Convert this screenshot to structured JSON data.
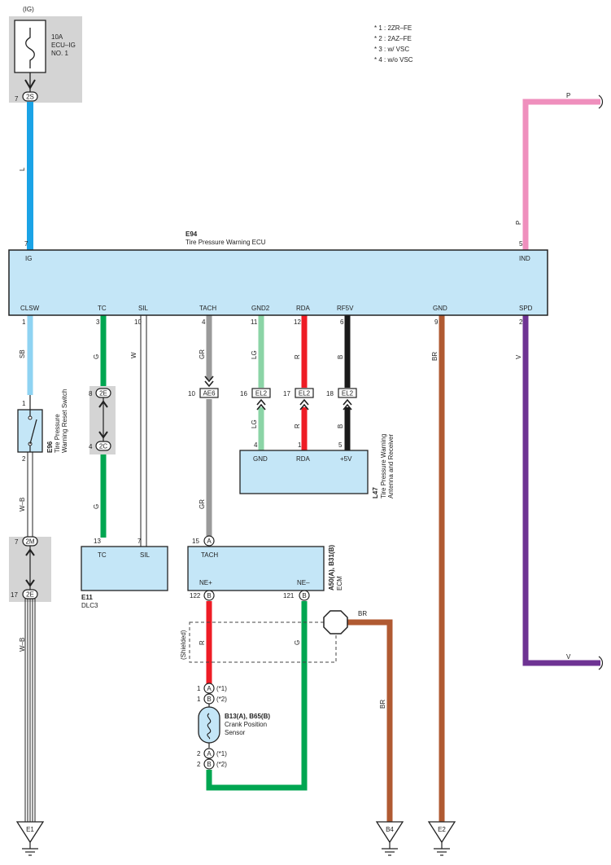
{
  "colors": {
    "blue": "#1aa3e6",
    "light_blue": "#8fd3f2",
    "green": "#00a651",
    "gray": "#9a9a9a",
    "light_green": "#8bd4a6",
    "red": "#ee1c25",
    "black": "#1a1a1a",
    "brown": "#b05a32",
    "pink": "#ef8fbd",
    "purple": "#6e3393",
    "box_fill": "#c4e6f7",
    "shade": "#d4d4d4"
  },
  "notes": [
    "* 1 : 2ZR–FE",
    "* 2 : 2AZ–FE",
    "* 3 : w/ VSC",
    "* 4 : w/o VSC"
  ],
  "fuse": {
    "supply": "(IG)",
    "rating": "10A",
    "name1": "ECU–IG",
    "name2": "NO. 1",
    "pin": "7",
    "connector": "2S"
  },
  "ecu": {
    "code": "E94",
    "name": "Tire Pressure Warning ECU",
    "pin_ig": "7",
    "label_ig": "IG",
    "pin_ind": "5",
    "label_ind": "IND",
    "labels": [
      "CLSW",
      "TC",
      "SIL",
      "TACH",
      "GND2",
      "RDA",
      "RF5V",
      "GND",
      "SPD"
    ],
    "pins": [
      "1",
      "3",
      "10",
      "4",
      "11",
      "12",
      "6",
      "9",
      "2"
    ]
  },
  "wires": {
    "L": "L",
    "P": "P",
    "SB": "SB",
    "G": "G",
    "W": "W",
    "GR": "GR",
    "LG": "LG",
    "R": "R",
    "B": "B",
    "BR": "BR",
    "V": "V",
    "WB": "W–B"
  },
  "reset_switch": {
    "code": "E96",
    "name1": "Tire Pressure",
    "name2": "Warning Reset Switch",
    "pin1": "1",
    "pin2": "2"
  },
  "junctions": {
    "j1_pin": "8",
    "j1_conn": "2E",
    "j2_pin": "4",
    "j2_conn": "2C",
    "j3_pin": "7",
    "j3_conn": "2M",
    "j4_pin": "17",
    "j4_conn": "2E",
    "ae6_pin": "10",
    "ae6_conn": "AE6",
    "el2a_pin": "16",
    "el2b_pin": "17",
    "el2c_pin": "18",
    "el2_conn": "EL2"
  },
  "receiver": {
    "code": "L47",
    "name1": "Tire Pressure Warning",
    "name2": "Antenna and Receiver",
    "labels": [
      "GND",
      "RDA",
      "+5V"
    ],
    "pins": [
      "4",
      "1",
      "5"
    ]
  },
  "dlc3": {
    "code": "E11",
    "name": "DLC3",
    "labels": [
      "TC",
      "SIL"
    ],
    "pins": [
      "13",
      "7"
    ]
  },
  "ecm": {
    "code": "A50(A), B31(B)",
    "name": "ECM",
    "label_tach": "TACH",
    "pin_tach": "15",
    "conn_tach": "A",
    "label_nep": "NE+",
    "label_nen": "NE–",
    "pin_nep": "122",
    "pin_nen": "121",
    "conn_b": "B"
  },
  "shielded": "(Shielded)",
  "sensor": {
    "code": "B13(A), B65(B)",
    "name1": "Crank Position",
    "name2": "Sensor",
    "pin1": "1",
    "pin2": "2",
    "conn_a": "A",
    "conn_b": "B",
    "note1": "(*1)",
    "note2": "(*2)"
  },
  "grounds": [
    "E1",
    "B4",
    "E2"
  ]
}
